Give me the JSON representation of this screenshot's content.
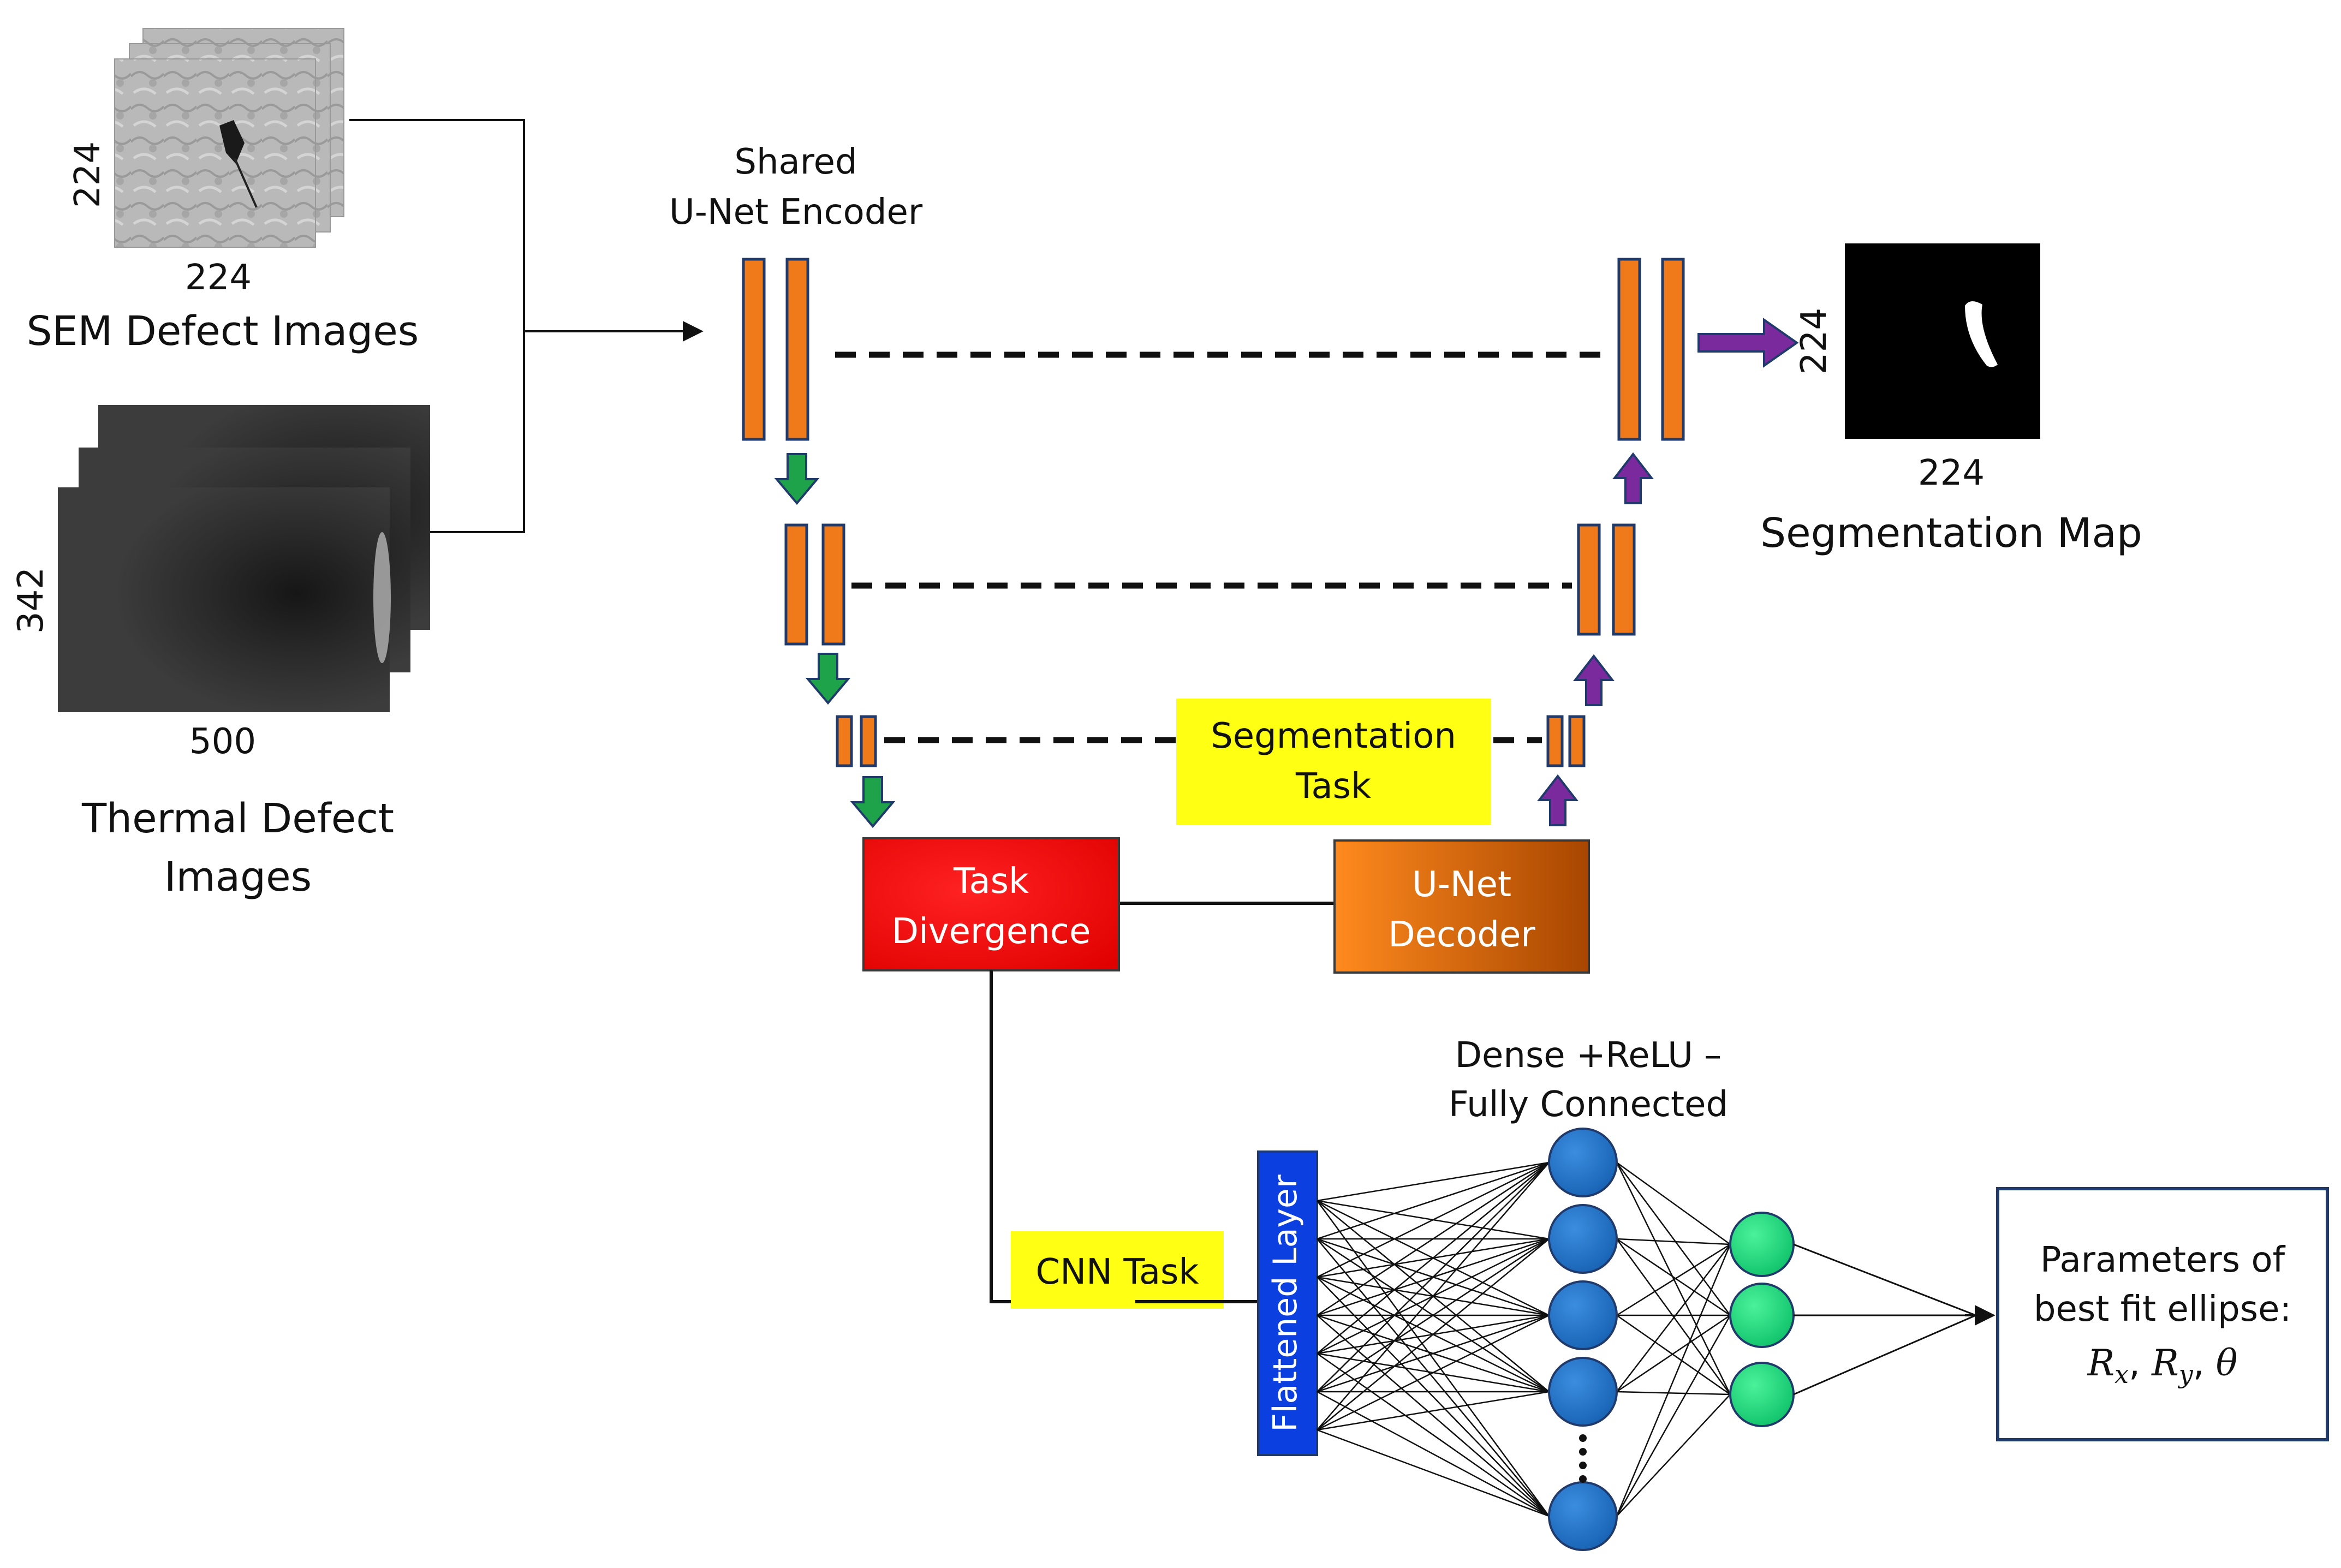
{
  "inputs": {
    "sem": {
      "label": "SEM Defect Images",
      "width_label": "224",
      "height_label": "224"
    },
    "thermal": {
      "label_line1": "Thermal Defect",
      "label_line2": "Images",
      "width_label": "500",
      "height_label": "342"
    }
  },
  "encoder": {
    "label_line1": "Shared",
    "label_line2": "U-Net Encoder"
  },
  "output_map": {
    "label": "Segmentation Map",
    "width_label": "224",
    "height_label": "224"
  },
  "tags": {
    "segmentation_line1": "Segmentation",
    "segmentation_line2": "Task",
    "cnn": "CNN Task"
  },
  "blocks": {
    "task_divergence_line1": "Task",
    "task_divergence_line2": "Divergence",
    "decoder_line1": "U-Net",
    "decoder_line2": "Decoder",
    "flattened": "Flattened Layer"
  },
  "dense": {
    "label_line1": "Dense +ReLU –",
    "label_line2": "Fully Connected"
  },
  "result": {
    "line1": "Parameters of",
    "line2": "best fit ellipse:",
    "r": "R",
    "sub_x": "x",
    "sub_y": "y",
    "theta": "θ",
    "sep": ", "
  },
  "colors": {
    "orange_bar": "#f07a1a",
    "navy_outline": "#1f3a6b",
    "green_arrow": "#1ea34a",
    "purple_arrow": "#7a2a9c",
    "task_red": "#ee0d0d",
    "decoder_start": "#ff8a1e",
    "decoder_end": "#a84600",
    "tag_yellow": "#ffff14",
    "flatten_blue": "#0b3fe0",
    "dense_node": "#1f74cc",
    "output_node": "#12d37a"
  }
}
